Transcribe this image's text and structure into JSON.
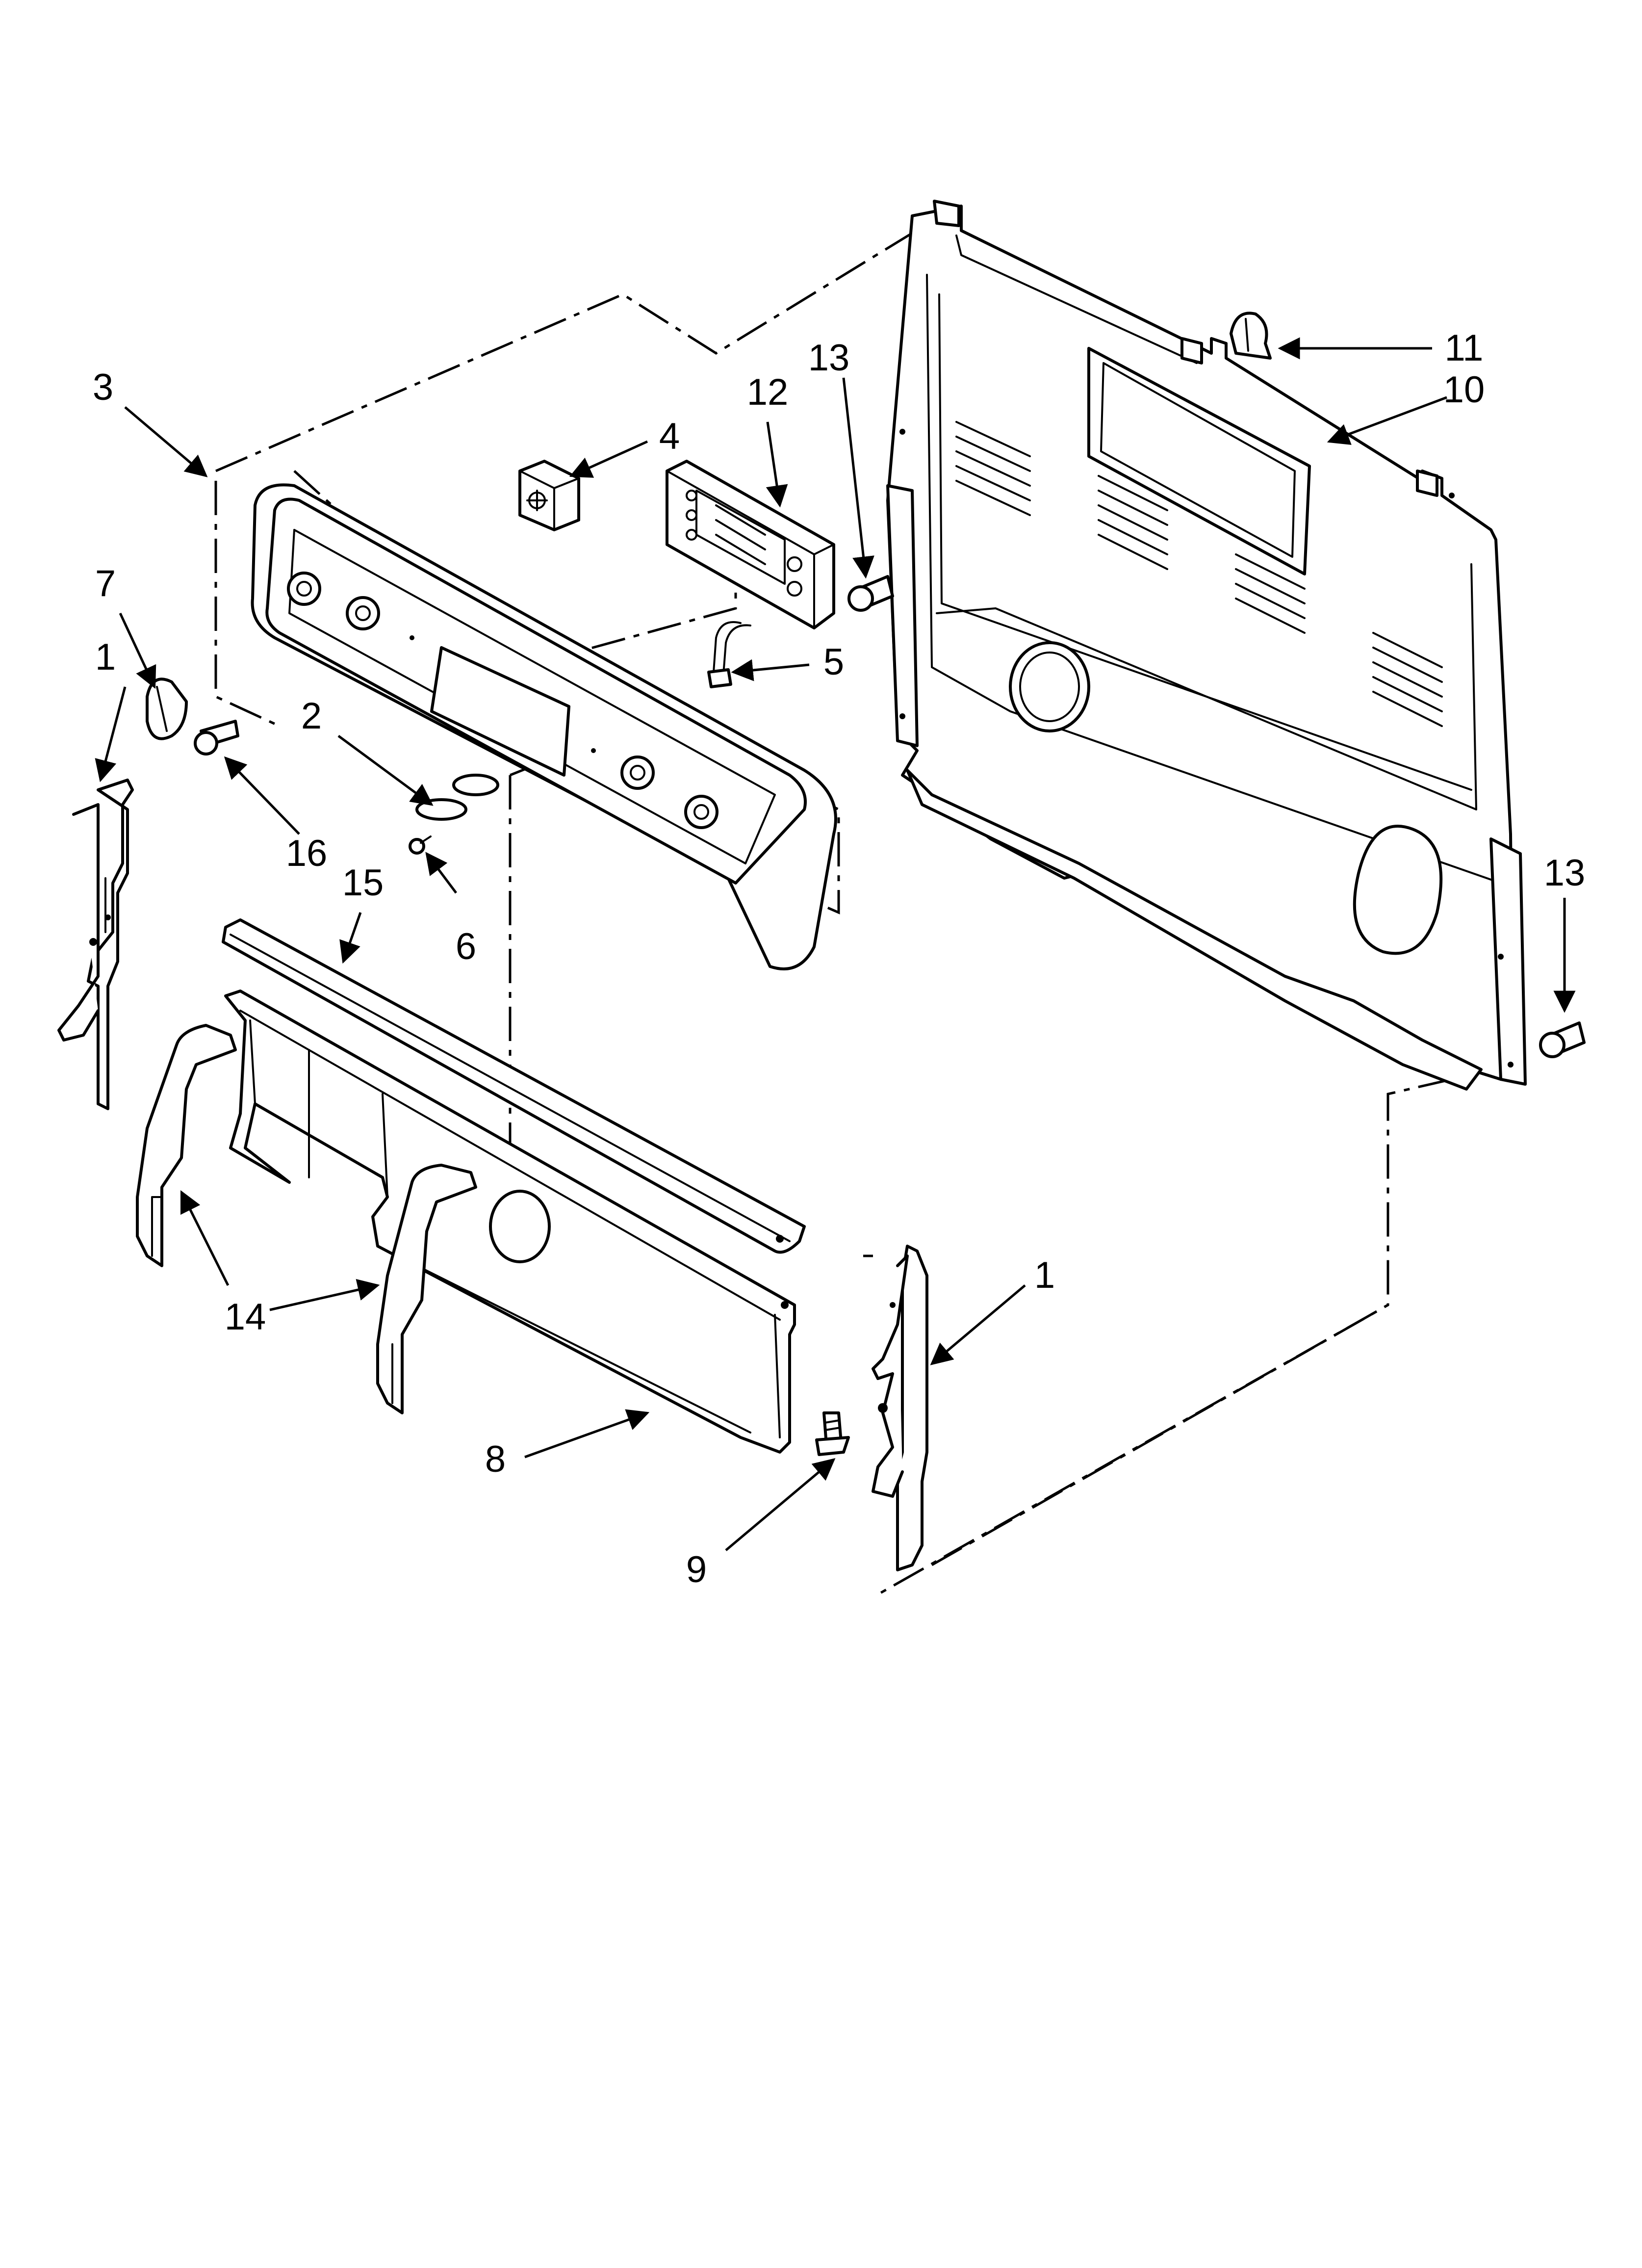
{
  "callouts": [
    {
      "id": "1a",
      "label": "1"
    },
    {
      "id": "1b",
      "label": "1"
    },
    {
      "id": "2",
      "label": "2"
    },
    {
      "id": "3",
      "label": "3"
    },
    {
      "id": "4",
      "label": "4"
    },
    {
      "id": "5",
      "label": "5"
    },
    {
      "id": "6",
      "label": "6"
    },
    {
      "id": "7",
      "label": "7"
    },
    {
      "id": "8",
      "label": "8"
    },
    {
      "id": "9",
      "label": "9"
    },
    {
      "id": "10",
      "label": "10"
    },
    {
      "id": "11",
      "label": "11"
    },
    {
      "id": "12",
      "label": "12"
    },
    {
      "id": "13a",
      "label": "13"
    },
    {
      "id": "13b",
      "label": "13"
    },
    {
      "id": "14",
      "label": "14"
    },
    {
      "id": "15",
      "label": "15"
    },
    {
      "id": "16",
      "label": "16"
    }
  ]
}
